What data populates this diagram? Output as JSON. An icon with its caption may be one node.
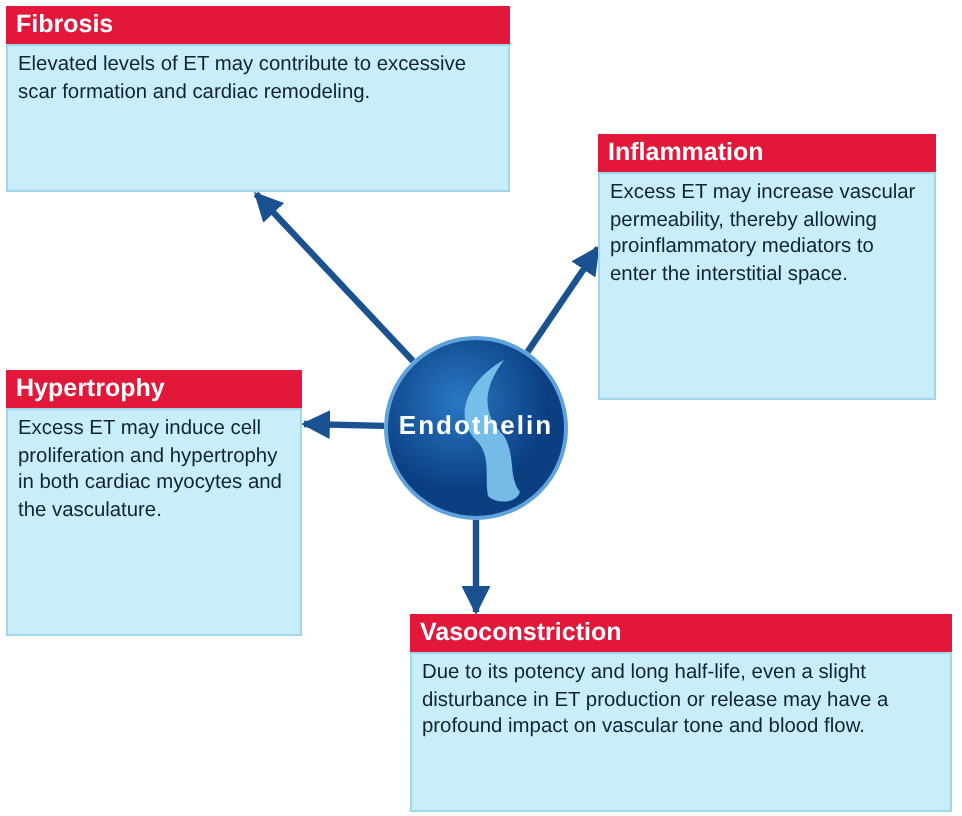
{
  "diagram": {
    "nodes": [
      {
        "text": [
          "Endothelin"
        ]
      },
      {
        "text": [
          "Fibrosis",
          "Elevated levels of ET may contribute to excessive scar formation and cardiac remodeling."
        ]
      },
      {
        "text": [
          "Inflammation",
          "Excess ET may increase vascular permeability, thereby allowing proinflammatory mediators to enter the interstitial space."
        ]
      },
      {
        "text": [
          "Hypertrophy",
          "Excess ET may induce cell proliferation and hypertrophy in both cardiac myocytes and the vasculature."
        ]
      },
      {
        "text": [
          "Vasoconstriction",
          "Due to its potency and long half-life, even a slight disturbance in ET production or release may have a profound impact on vascular tone and blood flow."
        ]
      }
    ],
    "edges": [
      {
        "from": 0,
        "to": 1,
        "arrow": "to"
      },
      {
        "from": 0,
        "to": 2,
        "arrow": "to"
      },
      {
        "from": 0,
        "to": 3,
        "arrow": "to"
      },
      {
        "from": 0,
        "to": 4,
        "arrow": "to"
      }
    ]
  }
}
